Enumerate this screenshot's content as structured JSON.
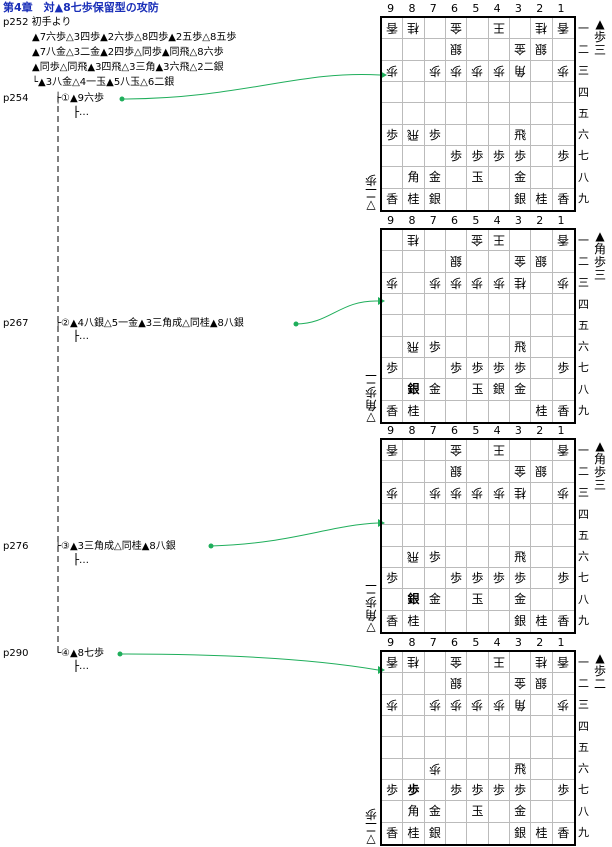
{
  "header": {
    "title": "第4章　対▲8七歩保留型の攻防",
    "start": "p252 初手より",
    "lines": [
      "▲7六歩△3四歩▲2六歩△8四歩▲2五歩△8五歩",
      "▲7八金△3二金▲2四歩△同歩▲同飛△8六歩",
      "▲同歩△同飛▲3四飛△3三角▲3六飛△2二銀",
      "└▲3八金△4一玉▲5八玉△6二銀"
    ]
  },
  "file_labels": [
    "9",
    "8",
    "7",
    "6",
    "5",
    "4",
    "3",
    "2",
    "1"
  ],
  "rank_labels": [
    "一",
    "二",
    "三",
    "四",
    "五",
    "六",
    "七",
    "八",
    "九"
  ],
  "branches": [
    {
      "page": "p254",
      "move": "├①▲9六歩",
      "cont": "├…",
      "sente_hand": [
        "▲",
        "歩",
        "三"
      ],
      "gote_hand": [
        "▽",
        "二",
        "歩"
      ],
      "board": [
        [
          "香G",
          "桂G",
          "",
          "金G",
          "",
          "王G",
          "",
          "桂G",
          "香G"
        ],
        [
          "",
          "",
          "",
          "銀G",
          "",
          "",
          "金G",
          "銀G",
          ""
        ],
        [
          "歩G",
          "",
          "歩G",
          "歩G",
          "歩G",
          "歩G",
          "角G",
          "",
          "歩G"
        ],
        [
          "",
          "",
          "",
          "",
          "",
          "",
          "",
          "",
          ""
        ],
        [
          "",
          "",
          "",
          "",
          "",
          "",
          "",
          "",
          ""
        ],
        [
          "歩S",
          "飛G",
          "歩S",
          "",
          "",
          "",
          "飛S",
          "",
          ""
        ],
        [
          "",
          "",
          "",
          "歩S",
          "歩S",
          "歩S",
          "歩S",
          "",
          "歩S"
        ],
        [
          "",
          "角S",
          "金S",
          "",
          "玉S",
          "",
          "金S",
          "",
          ""
        ],
        [
          "香S",
          "桂S",
          "銀S",
          "",
          "",
          "",
          "銀S",
          "桂S",
          "香S"
        ]
      ]
    },
    {
      "page": "p267",
      "move": "├②▲4八銀△5一金▲3三角成△同桂▲8八銀",
      "cont": "├…",
      "sente_hand": [
        "▲",
        "角",
        "歩",
        "三"
      ],
      "gote_hand": [
        "▽",
        "角",
        "歩",
        "二"
      ],
      "board": [
        [
          "",
          "桂G",
          "",
          "",
          "金G",
          "王G",
          "",
          "",
          "香G"
        ],
        [
          "",
          "",
          "",
          "銀G",
          "",
          "",
          "金G",
          "銀G",
          ""
        ],
        [
          "歩G",
          "",
          "歩G",
          "歩G",
          "歩G",
          "歩G",
          "桂G",
          "",
          "歩G"
        ],
        [
          "",
          "",
          "",
          "",
          "",
          "",
          "",
          "",
          ""
        ],
        [
          "",
          "",
          "",
          "",
          "",
          "",
          "",
          "",
          ""
        ],
        [
          "",
          "飛G",
          "歩S",
          "",
          "",
          "",
          "飛S",
          "",
          ""
        ],
        [
          "歩S",
          "",
          "",
          "歩S",
          "歩S",
          "歩S",
          "歩S",
          "",
          "歩S"
        ],
        [
          "",
          "銀SB",
          "金S",
          "",
          "玉S",
          "銀S",
          "金S",
          "",
          ""
        ],
        [
          "香S",
          "桂S",
          "",
          "",
          "",
          "",
          "",
          "桂S",
          "香S"
        ]
      ]
    },
    {
      "page": "p276",
      "move": "├③▲3三角成△同桂▲8八銀",
      "cont": "├…",
      "sente_hand": [
        "▲",
        "角",
        "歩",
        "三"
      ],
      "gote_hand": [
        "▽",
        "角",
        "歩",
        "二"
      ],
      "board": [
        [
          "香G",
          "",
          "",
          "金G",
          "",
          "王G",
          "",
          "",
          "香G"
        ],
        [
          "",
          "",
          "",
          "銀G",
          "",
          "",
          "金G",
          "銀G",
          ""
        ],
        [
          "歩G",
          "",
          "歩G",
          "歩G",
          "歩G",
          "歩G",
          "桂G",
          "",
          "歩G"
        ],
        [
          "",
          "",
          "",
          "",
          "",
          "",
          "",
          "",
          ""
        ],
        [
          "",
          "",
          "",
          "",
          "",
          "",
          "",
          "",
          ""
        ],
        [
          "",
          "飛G",
          "歩S",
          "",
          "",
          "",
          "飛S",
          "",
          ""
        ],
        [
          "歩S",
          "",
          "",
          "歩S",
          "歩S",
          "歩S",
          "歩S",
          "",
          "歩S"
        ],
        [
          "",
          "銀SB",
          "金S",
          "",
          "玉S",
          "",
          "金S",
          "",
          ""
        ],
        [
          "香S",
          "桂S",
          "",
          "",
          "",
          "",
          "銀S",
          "桂S",
          "香S"
        ]
      ]
    },
    {
      "page": "p290",
      "move": "└④▲8七歩",
      "cont": "├…",
      "sente_hand": [
        "▲",
        "歩",
        "二"
      ],
      "gote_hand": [
        "▽",
        "二",
        "歩"
      ],
      "board": [
        [
          "香G",
          "桂G",
          "",
          "金G",
          "",
          "王G",
          "",
          "桂G",
          "香G"
        ],
        [
          "",
          "",
          "",
          "銀G",
          "",
          "",
          "金G",
          "銀G",
          ""
        ],
        [
          "歩G",
          "",
          "歩G",
          "歩G",
          "歩G",
          "歩G",
          "角G",
          "",
          "歩G"
        ],
        [
          "",
          "",
          "",
          "",
          "",
          "",
          "",
          "",
          ""
        ],
        [
          "",
          "",
          "",
          "",
          "",
          "",
          "",
          "",
          ""
        ],
        [
          "",
          "",
          "歩G",
          "",
          "",
          "",
          "飛S",
          "",
          ""
        ],
        [
          "歩S",
          "歩SB",
          "",
          "歩S",
          "歩S",
          "歩S",
          "歩S",
          "",
          "歩S"
        ],
        [
          "",
          "角S",
          "金S",
          "",
          "玉S",
          "",
          "金S",
          "",
          ""
        ],
        [
          "香S",
          "桂S",
          "銀S",
          "",
          "",
          "",
          "銀S",
          "桂S",
          "香S"
        ]
      ]
    }
  ],
  "colors": {
    "title": "#1a2fb8",
    "arrow": "#1fae5b"
  }
}
